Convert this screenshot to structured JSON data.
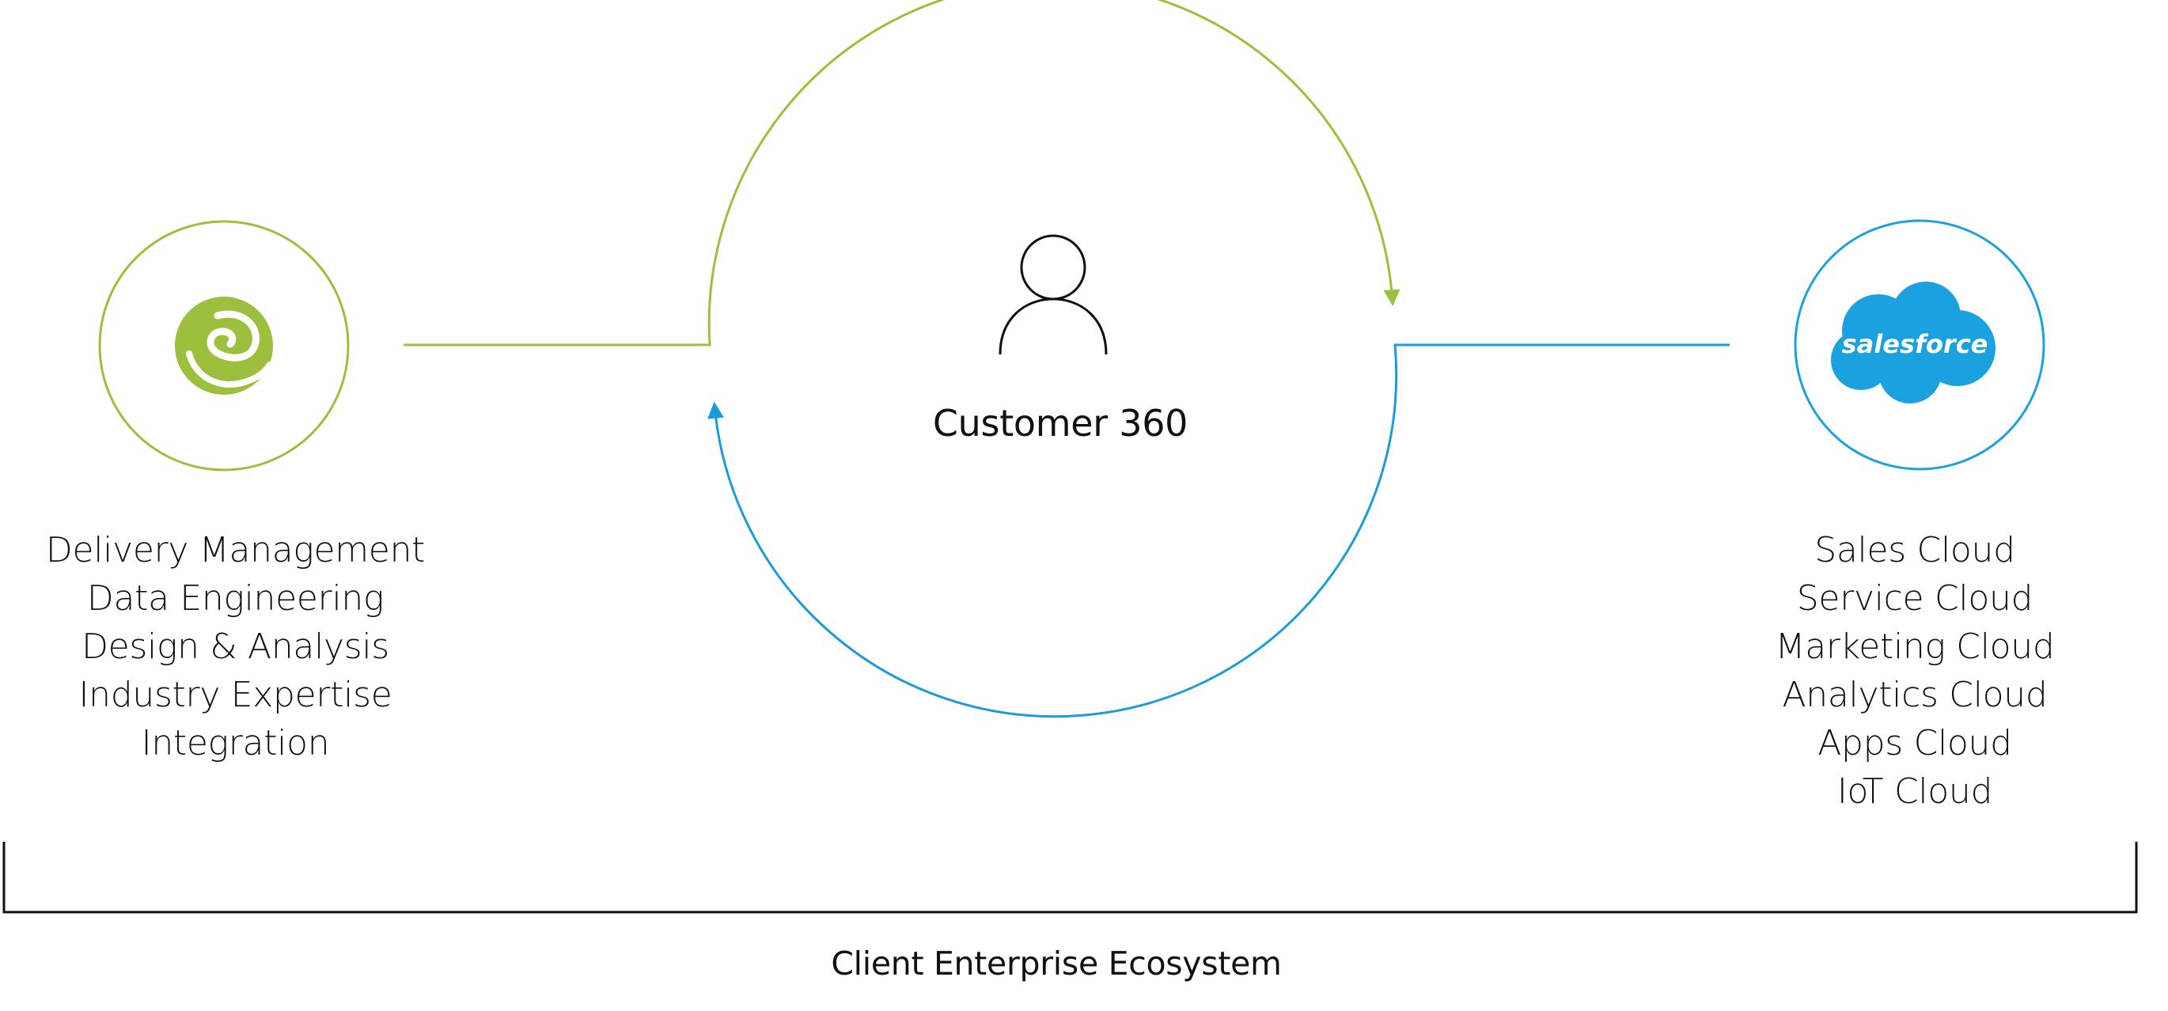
{
  "colors": {
    "green": "#9dbf3e",
    "blue": "#1b9bd8",
    "salesforce_blue": "#1ba0e0",
    "text": "#111111",
    "bracket": "#111111"
  },
  "left_node": {
    "logo_icon": "partner-e-logo-icon",
    "capabilities": [
      "Delivery Management",
      "Data Engineering",
      "Design & Analysis",
      "Industry Expertise",
      "Integration"
    ]
  },
  "center_node": {
    "icon": "person-icon",
    "label": "Customer 360"
  },
  "right_node": {
    "logo_icon": "salesforce-cloud-logo-icon",
    "logo_text": "salesforce",
    "clouds": [
      "Sales Cloud",
      "Service Cloud",
      "Marketing Cloud",
      "Analytics Cloud",
      "Apps Cloud",
      "IoT Cloud"
    ]
  },
  "ecosystem": {
    "label": "Client Enterprise Ecosystem"
  }
}
